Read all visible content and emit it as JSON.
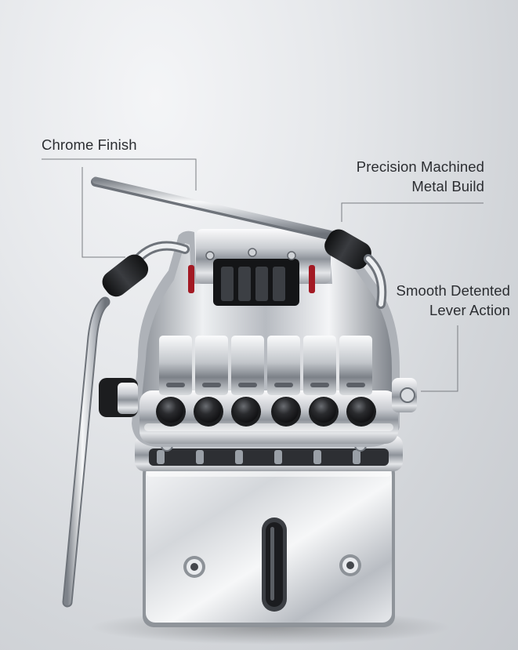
{
  "image": {
    "subject": "guitar-tremolo-unit",
    "colors": {
      "background": "#dcdfe2",
      "chrome_light": "#f5f6f8",
      "chrome_dark": "#6d7178",
      "rubber_grip": "#1c1d1f",
      "accent_red": "#a31a24",
      "text": "#2b2d31",
      "leader_line": "#7a7d82"
    }
  },
  "callouts": {
    "chrome_finish": {
      "lines": [
        "Chrome Finish"
      ]
    },
    "precision_build": {
      "lines": [
        "Precision Machined",
        "Metal Build"
      ]
    },
    "lever_action": {
      "lines": [
        "Smooth Detented",
        "Lever Action"
      ]
    }
  }
}
